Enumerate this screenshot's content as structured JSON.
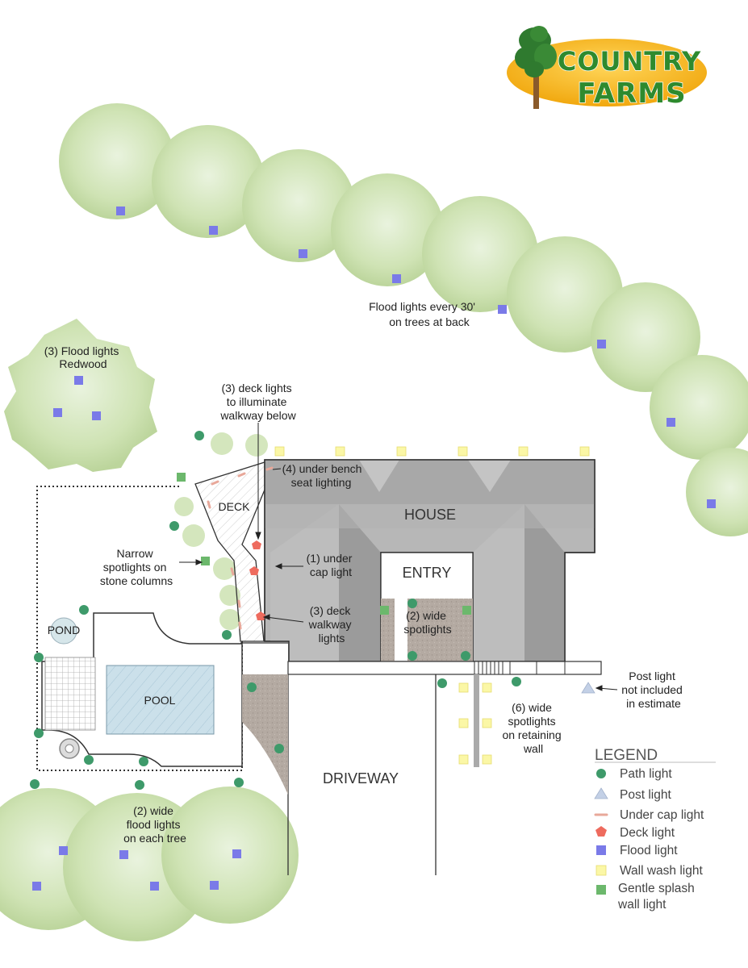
{
  "logo": {
    "line1": "COUNTRY",
    "line2": "FARMS"
  },
  "labels": {
    "house": "HOUSE",
    "entry": "ENTRY",
    "deck": "DECK",
    "pool": "POOL",
    "pond": "POND",
    "driveway": "DRIVEWAY"
  },
  "annotations": {
    "flood_back": [
      "Flood lights every 30'",
      "on trees at back"
    ],
    "redwood": [
      "(3) Flood lights",
      "Redwood"
    ],
    "deck_lights": [
      "(3) deck lights",
      "to illuminate",
      "walkway below"
    ],
    "under_bench": [
      "(4) under bench",
      "seat lighting"
    ],
    "narrow_spots": [
      "Narrow",
      "spotlights on",
      "stone columns"
    ],
    "under_cap": [
      "(1) under",
      "cap light"
    ],
    "deck_walkway": [
      "(3) deck",
      "walkway",
      "lights"
    ],
    "wide_spots_entry": [
      "(2) wide",
      "spotlights"
    ],
    "post_light_note": [
      "Post light",
      "not included",
      "in estimate"
    ],
    "retaining_wall": [
      "(6) wide",
      "spotlights",
      "on retaining",
      "wall"
    ],
    "flood_front": [
      "(2) wide",
      "flood lights",
      "on each tree"
    ]
  },
  "legend": {
    "title": "LEGEND",
    "items": [
      {
        "label": "Path light",
        "icon": "circle-icon",
        "color": "#3e9a6a"
      },
      {
        "label": "Post light",
        "icon": "triangle-icon",
        "color": "#c3d0e6"
      },
      {
        "label": "Under cap light",
        "icon": "dash-icon",
        "color": "#e8a89a"
      },
      {
        "label": "Deck light",
        "icon": "pentagon-icon",
        "color": "#ee6b5e"
      },
      {
        "label": "Flood light",
        "icon": "square-icon",
        "color": "#7a7ae8"
      },
      {
        "label": "Wall wash light",
        "icon": "square-icon",
        "color": "#fbf7a6"
      },
      {
        "label": "Gentle splash",
        "label2": "wall light",
        "icon": "square-icon",
        "color": "#6cb86c"
      }
    ]
  },
  "colors": {
    "tree": "#cfe3b4",
    "tree_dark": "#b9d49a",
    "roof": "#b7b7b7",
    "roof_dark": "#9b9b9b",
    "pool_water": "#cbe0ea",
    "planter": "#b5aca4",
    "path_light": "#3e9a6a",
    "flood_light": "#7a7ae8",
    "wall_wash": "#fbf7a6",
    "splash": "#6cb86c",
    "deck_light": "#ee6b5e",
    "under_cap": "#e8a89a",
    "post_light": "#c3d0e6",
    "logo_oval": "#f5b91b",
    "logo_text": "#2e8a2e"
  }
}
